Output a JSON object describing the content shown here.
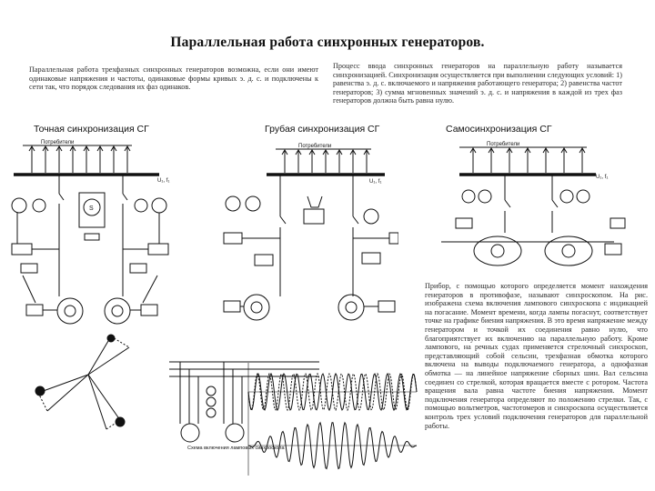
{
  "page": {
    "title": "Параллельная работа синхронных генераторов."
  },
  "intro": {
    "left_text": "Параллельная работа трехфазных синхронных генераторов возможна, если они имеют одинаковые напряжения и частоты, одинаковые формы кривых э. д. с. и подключены к сети так, что порядок следования их фаз одинаков.",
    "right_text": "Процесс ввода синхронных генераторов на параллельную работу называется синхронизацией. Синхронизация осуществляется при выполнении следующих условий: 1) равенства э. д. с. включаемого и напряжения работающего генератора; 2) равенства частот генераторов; 3) сумма мгновенных значений э. д. с. и напряжения в каждой из трех фаз генераторов должна быть равна нулю."
  },
  "captions": {
    "exact": "Точная синхронизация СГ",
    "rough": "Грубая синхронизация СГ",
    "self": "Самосинхронизация СГ"
  },
  "diagram_labels": {
    "consumers": "Потребители",
    "bus": "U₁, f₁",
    "lamp_scheme_caption": "Схема включения ламповых синхроскопа"
  },
  "body_text": "Прибор, с помощью которого определяется момент нахождения генераторов в противофазе, называют синхроскопом. На рис. изображена схема включения лампового синхроскопа с индикацией на погасание. Момент времени, когда лампы погаснут, соответствует точке на графике биения напряжения. В это время напряжение между генератором и точкой их соединения равно нулю, что благоприятствует их включению на параллельную работу. Кроме лампового, на речных судах применяется стрелочный синхроскоп, представляющий собой сельсин, трехфазная обмотка которого включена на выводы подключаемого генератора, а однофазная обмотка — на линейное напряжение сборных шин. Вал сельсина соединен со стрелкой, которая вращается вместе с ротором. Частота вращения вала равна частоте биения напряжения. Момент подключения генератора определяют по положению стрелки. Так, с помощью вольтметров, частотомеров и синхроскопа осуществляется контроль трех условий подключения генераторов для параллельной работы."
}
